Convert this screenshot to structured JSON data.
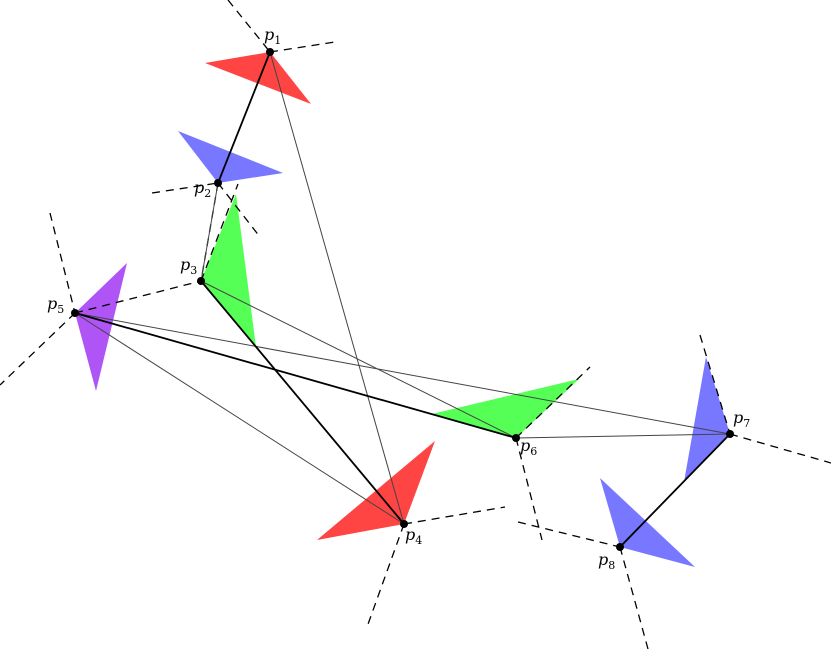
{
  "points": [
    {
      "id": "p1",
      "label": "p",
      "sub": "1"
    },
    {
      "id": "p2",
      "label": "p",
      "sub": "2"
    },
    {
      "id": "p3",
      "label": "p",
      "sub": "3"
    },
    {
      "id": "p4",
      "label": "p",
      "sub": "4"
    },
    {
      "id": "p5",
      "label": "p",
      "sub": "5"
    },
    {
      "id": "p6",
      "label": "p",
      "sub": "6"
    },
    {
      "id": "p7",
      "label": "p",
      "sub": "7"
    },
    {
      "id": "p8",
      "label": "p",
      "sub": "8"
    }
  ],
  "colors": {
    "red": "#ff4444",
    "blue": "#7777ff",
    "green": "#55ff55",
    "purple": "#b055f5",
    "line": "#000000"
  }
}
